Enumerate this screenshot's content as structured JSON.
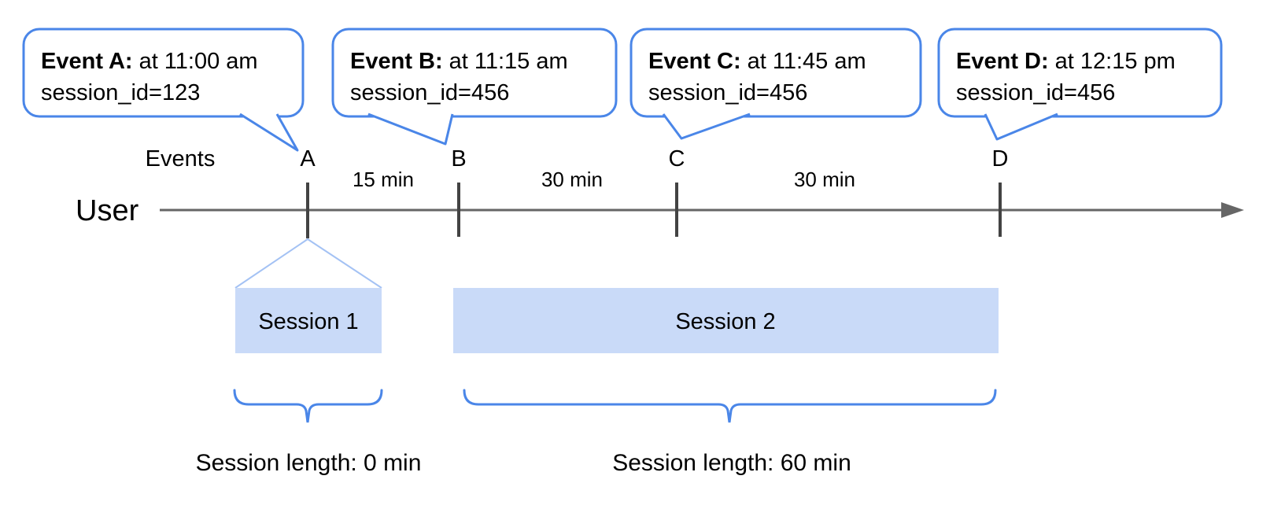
{
  "diagram": {
    "colors": {
      "callout_border": "#4a86e8",
      "callout_fill": "#ffffff",
      "session_fill": "#c9daf8",
      "funnel_line": "#a4c2f4",
      "brace": "#4a86e8",
      "timeline": "#666666",
      "tick": "#434343",
      "text": "#000000"
    },
    "axis": {
      "user_label": "User",
      "events_label": "Events"
    },
    "events": [
      {
        "label": "A",
        "callout_title": "Event A:",
        "callout_time": "at 11:00 am",
        "callout_session": "session_id=123"
      },
      {
        "label": "B",
        "callout_title": "Event B:",
        "callout_time": "at 11:15 am",
        "callout_session": "session_id=456"
      },
      {
        "label": "C",
        "callout_title": "Event C:",
        "callout_time": "at 11:45 am",
        "callout_session": "session_id=456"
      },
      {
        "label": "D",
        "callout_title": "Event D:",
        "callout_time": "at 12:15 pm",
        "callout_session": "session_id=456"
      }
    ],
    "intervals": [
      {
        "label": "15 min"
      },
      {
        "label": "30 min"
      },
      {
        "label": "30 min"
      }
    ],
    "sessions": [
      {
        "label": "Session 1",
        "length_label": "Session length: 0 min"
      },
      {
        "label": "Session 2",
        "length_label": "Session length: 60 min"
      }
    ]
  }
}
